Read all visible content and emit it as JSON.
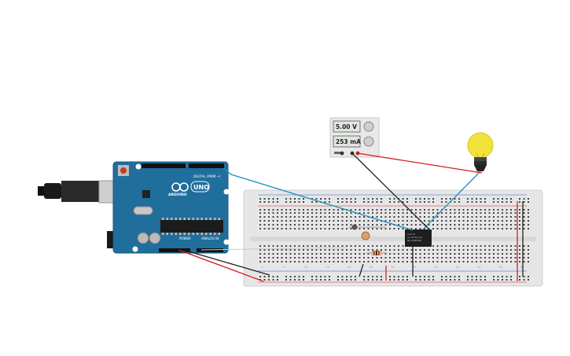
{
  "arduino": {
    "brand": "ARDUINO",
    "model": "UNO",
    "digital_label": "DIGITAL (PWM ~)",
    "power_label": "POWER",
    "analog_label": "ANALOG IN"
  },
  "power_supply": {
    "voltage": "5.00 V",
    "current": "253 mA"
  },
  "relay": {
    "lines": [
      "Lock It",
      "Co 3V 5V 1A",
      "NC COM NO"
    ]
  },
  "breadboard": {
    "column_numbers": [
      "1",
      "5",
      "10",
      "15",
      "20",
      "25",
      "30",
      "35",
      "40",
      "45",
      "50",
      "55",
      "60"
    ]
  },
  "colors": {
    "wire_red": "#d42020",
    "wire_blue": "#1a8fc4",
    "wire_black": "#222222",
    "arduino_board": "#1f6e9c",
    "bulb_glass": "#f3e23a",
    "breadboard_body": "#e8e8e8"
  }
}
